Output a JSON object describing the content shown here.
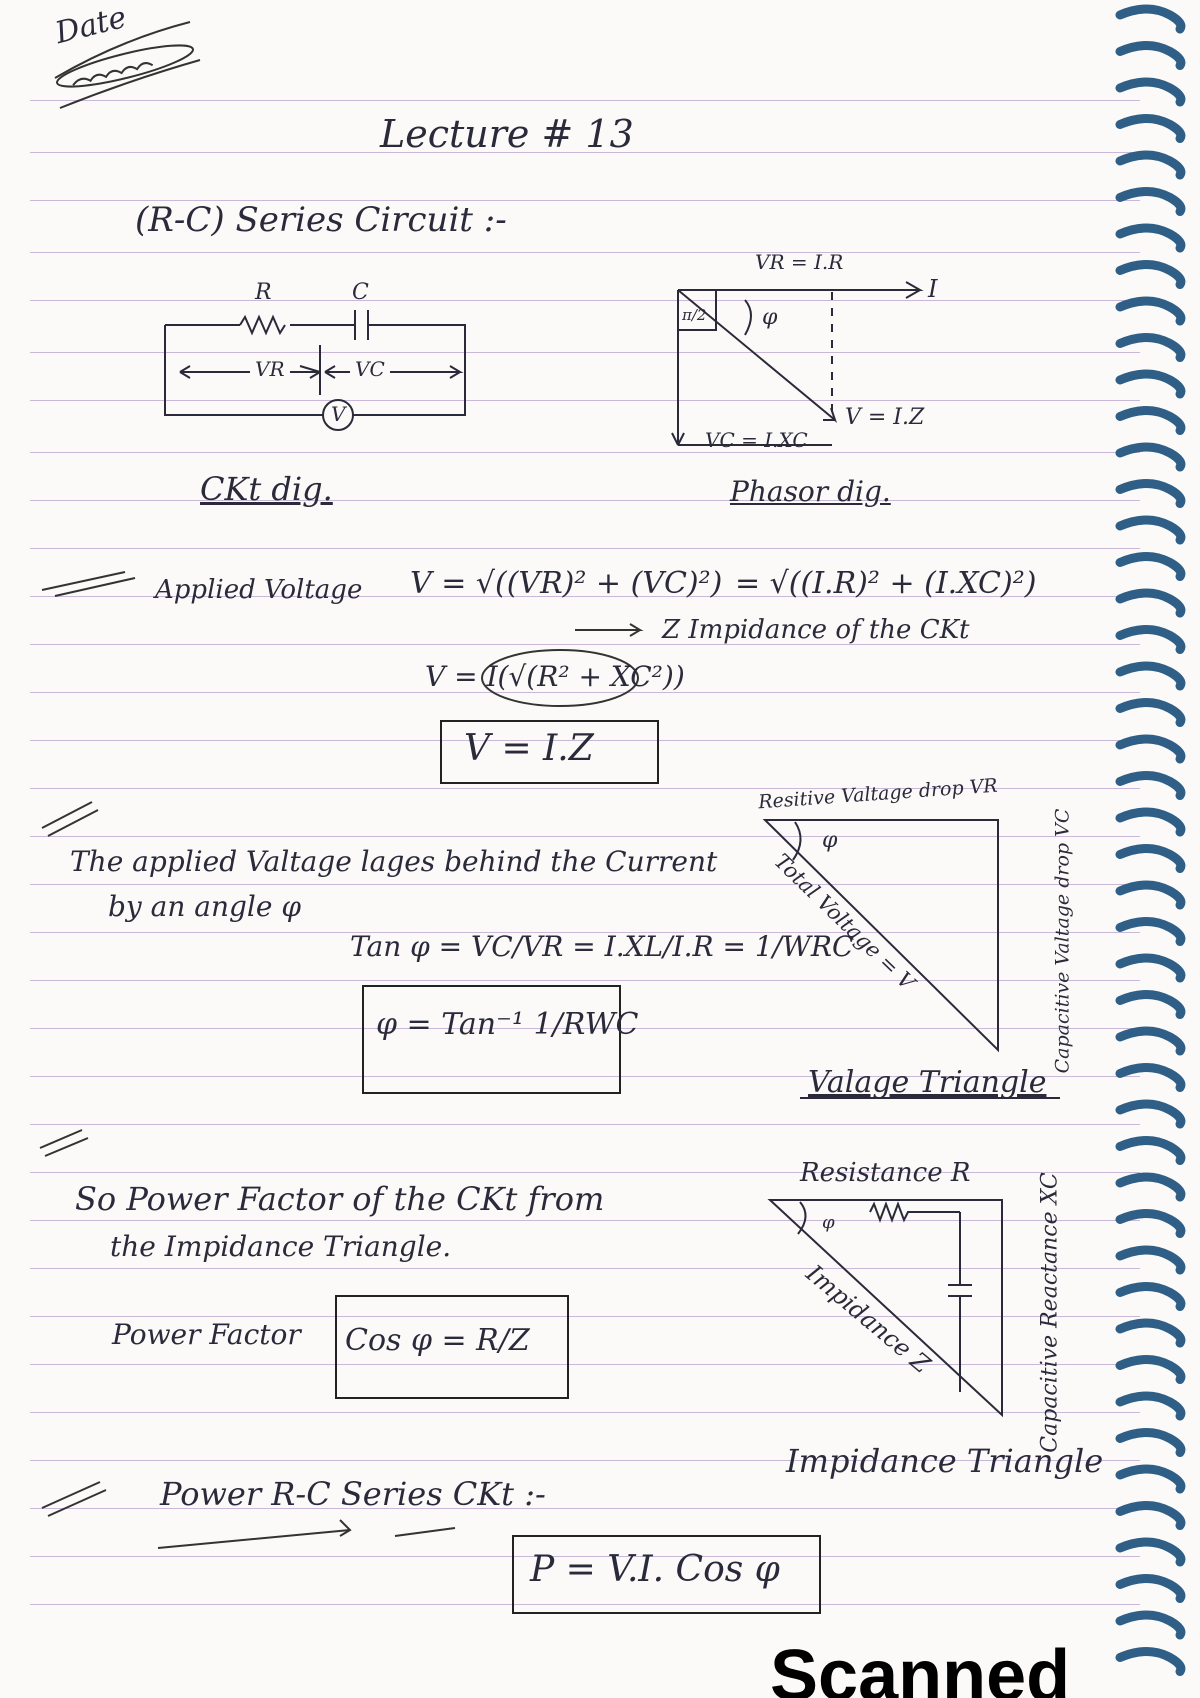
{
  "header": {
    "date_label": "Date",
    "lecture_title": "Lecture # 13"
  },
  "section_rc": {
    "heading": "(R-C) Series Circuit :-",
    "circuit": {
      "r_label": "R",
      "c_label": "C",
      "vr_label": "VR",
      "vc_label": "VC",
      "source_label": "V",
      "caption": "CKt dig."
    },
    "phasor": {
      "vr_eq": "VR = I.R",
      "i_label": "I",
      "pi2_label": "π/2",
      "phi_label": "φ",
      "vc_eq": "VC = I.XC",
      "v_eq": "V = I.Z",
      "caption": "Phasor dig."
    }
  },
  "applied_voltage": {
    "label": "Applied Voltage",
    "eq1": "V = √((VR)² + (VC)²)",
    "eq2": "= √((I.R)² + (I.XC)²)",
    "z_note": "Z  Impidance of the CKt",
    "eq3": "V = I(√(R² + XC²))",
    "boxed": "V = I.Z"
  },
  "lagging": {
    "line1": "The applied Valtage lages behind the Current",
    "line2": "by an angle φ",
    "tan_eq": "Tan φ = VC/VR = I.XL/I.R = 1/WRC",
    "phi_box": "φ = Tan⁻¹ 1/RWC"
  },
  "voltage_triangle": {
    "top_label": "Resitive Valtage drop VR",
    "hyp_label": "Total Voltage = V",
    "side_label": "Capacitive Valtage drop VC",
    "phi": "φ",
    "caption": "Valage Triangle"
  },
  "power_factor": {
    "line1": "So Power Factor of the CKt from",
    "line2": "the Impidance Triangle.",
    "label": "Power Factor",
    "boxed": "Cos φ = R/Z"
  },
  "impedance_triangle": {
    "top_label": "Resistance R",
    "hyp_label": "Impidance Z",
    "side_label": "Capacitive Reactance XC",
    "phi": "φ",
    "caption": "Impidance Triangle"
  },
  "power": {
    "heading": "Power R-C Series CKt :-",
    "boxed": "P = V.I. Cos φ"
  },
  "footer": {
    "watermark": "Scanned with"
  }
}
